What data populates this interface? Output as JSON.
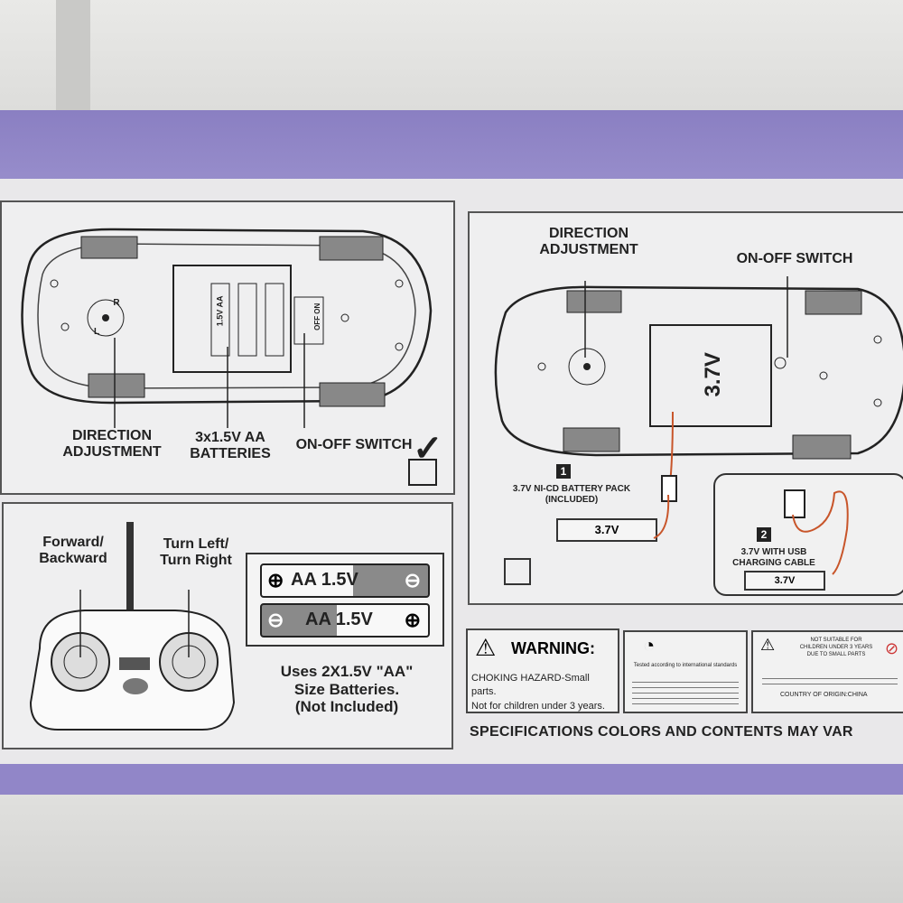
{
  "panel1": {
    "direction_label_1": "DIRECTION",
    "direction_label_2": "ADJUSTMENT",
    "batteries_label_1": "3x1.5V AA",
    "batteries_label_2": "BATTERIES",
    "switch_label": "ON-OFF SWITCH",
    "battery_cell": "1.5V AA",
    "wheel_l": "L",
    "wheel_r": "R",
    "switch_text": "OFF ON"
  },
  "panel2": {
    "direction_label_1": "DIRECTION",
    "direction_label_2": "ADJUSTMENT",
    "switch_label": "ON-OFF SWITCH",
    "pack_voltage": "3.7V",
    "step1_number": "1",
    "step1_line1": "3.7V NI-CD BATTERY PACK",
    "step1_line2": "(INCLUDED)",
    "step1_box": "3.7V",
    "step2_number": "2",
    "step2_line1": "3.7V WITH USB",
    "step2_line2": "CHARGING CABLE",
    "step2_box": "3.7V"
  },
  "panel3": {
    "forward_1": "Forward/",
    "forward_2": "Backward",
    "turn_1": "Turn Left/",
    "turn_2": "Turn Right",
    "battery_top": "AA 1.5V",
    "battery_bottom": "AA 1.5V",
    "uses_1": "Uses 2X1.5V \"AA\"",
    "uses_2": "Size Batteries.",
    "uses_3": "(Not Included)"
  },
  "warnings": {
    "warning_title": "WARNING:",
    "warning_line1": "CHOKING HAZARD-Small parts.",
    "warning_line2": "Not for children under 3 years.",
    "tested_text": "Tested according to international standards",
    "not_suitable_1": "NOT SUITABLE FOR",
    "not_suitable_2": "CHILDREN UNDER 3 YEARS",
    "not_suitable_3": "DUE TO SMALL PARTS",
    "origin": "COUNTRY OF ORIGIN:CHINA"
  },
  "footer": "SPECIFICATIONS COLORS AND CONTENTS MAY VAR"
}
